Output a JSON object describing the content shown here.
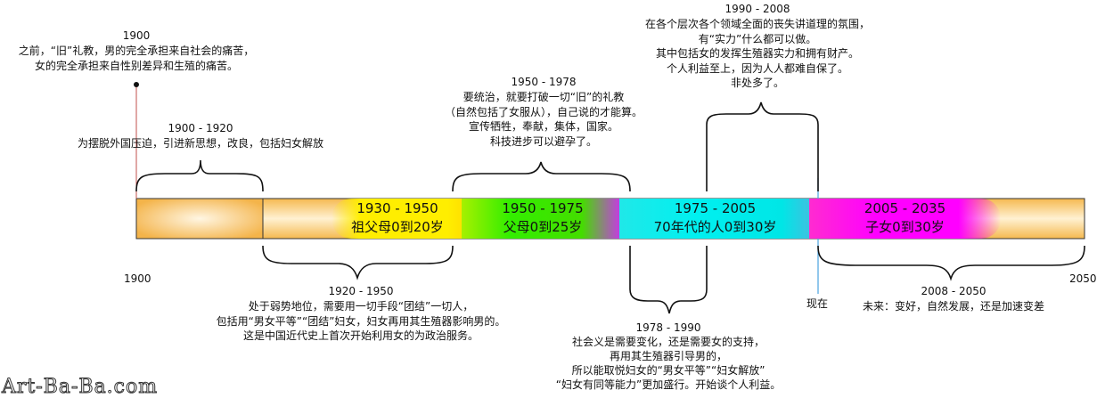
{
  "axis": {
    "start_label": "1900",
    "end_label": "2050",
    "now_label": "现在"
  },
  "bands": [
    {
      "id": "b1930",
      "range": "1930 - 1950",
      "label": "祖父母0到20岁",
      "color": "#ffee00"
    },
    {
      "id": "b1950",
      "range": "1950 - 1975",
      "label": "父母0到25岁",
      "color": "#33ee00"
    },
    {
      "id": "b1975",
      "range": "1975 - 2005",
      "label": "70年代的人0到30岁",
      "color": "#00eeee"
    },
    {
      "id": "b2005",
      "range": "2005 - 2035",
      "label": "子女0到30岁",
      "color": "#ff00ff"
    }
  ],
  "annotations": {
    "a1900": {
      "year": "1900",
      "lines": [
        "之前，“旧”礼教，男的完全承担来自社会的痛苦，",
        "女的完全承担来自性别差异和生殖的痛苦。"
      ]
    },
    "a1900_1920": {
      "year": "1900 - 1920",
      "lines": [
        "为摆脱外国压迫，引进新思想，改良，包括妇女解放"
      ]
    },
    "a1920_1950": {
      "year": "1920 - 1950",
      "lines": [
        "处于弱势地位，需要用一切手段“团结”一切人，",
        "包括用“男女平等”“团结”妇女，妇女再用其生殖器影响男的。",
        "这是中国近代史上首次开始利用女的为政治服务。"
      ]
    },
    "a1950_1978": {
      "year": "1950 - 1978",
      "lines": [
        "要统治，就要打破一切“旧”的礼教",
        "（自然包括了女服从），自己说的才能算。",
        "宣传牺牲，奉献，集体，国家。",
        "科技进步可以避孕了。"
      ]
    },
    "a1978_1990": {
      "year": "1978 - 1990",
      "lines": [
        "社会义是需要变化，还是需要女的支持，",
        "再用其生殖器引导男的，",
        "所以能取悦妇女的“男女平等”“妇女解放”",
        "“妇女有同等能力”更加盛行。开始谈个人利益。"
      ]
    },
    "a1990_2008": {
      "year": "1990 - 2008",
      "lines": [
        "在各个层次各个领域全面的丧失讲道理的氛围，",
        "有“实力”什么都可以做。",
        "其中包括女的发挥生殖器实力和拥有财产。",
        "个人利益至上，因为人人都难自保了。",
        "非处多了。"
      ]
    },
    "a2008_2050": {
      "year": "2008 - 2050",
      "lines": [
        "未来：变好，自然发展，还是加速变差"
      ]
    }
  },
  "watermark": "Art-Ba-Ba.com",
  "colors": {
    "bar_base": "#f7c46a",
    "bar_light": "#fff3d6",
    "now_line": "#4aa3df",
    "marker_line": "#c0504d"
  }
}
